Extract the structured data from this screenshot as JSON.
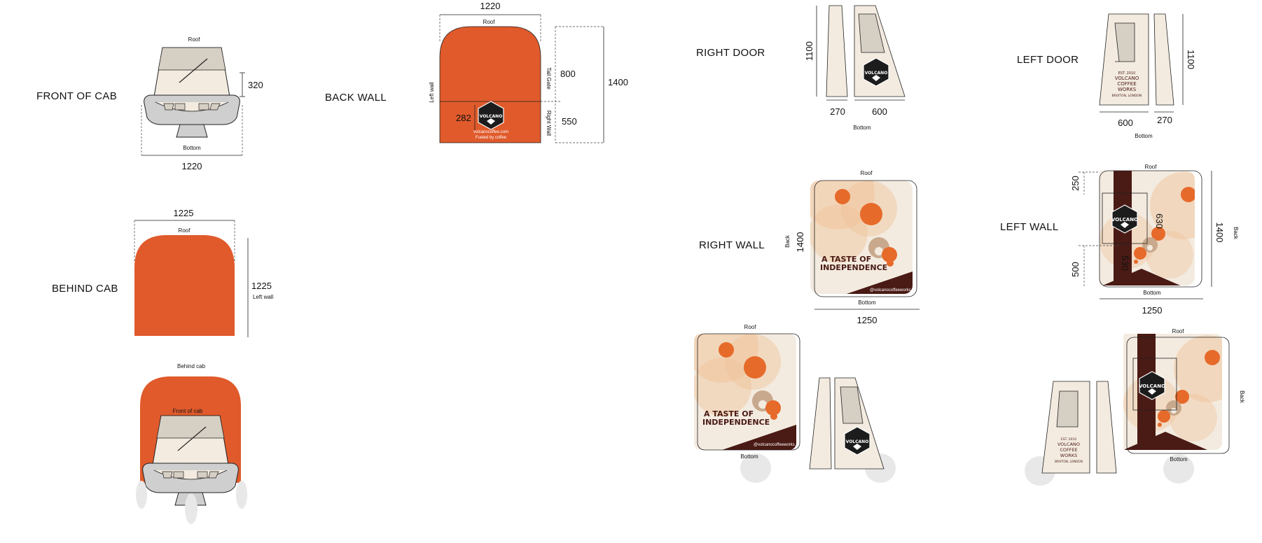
{
  "colors": {
    "orange": "#e05a2b",
    "cream": "#f3ebe0",
    "taupe": "#d6cfc4",
    "maroon": "#4a1a14",
    "peach": "#f0c49a",
    "grey": "#cfcfcf"
  },
  "labels": {
    "front_of_cab": "FRONT OF CAB",
    "behind_cab": "BEHIND CAB",
    "back_wall": "BACK WALL",
    "right_door": "RIGHT DOOR",
    "left_door": "LEFT DOOR",
    "right_wall": "RIGHT WALL",
    "left_wall": "LEFT WALL"
  },
  "front_cab": {
    "roof": "Roof",
    "bottom": "Bottom",
    "height": "320",
    "width": "1220"
  },
  "behind_cab": {
    "width": "1225",
    "roof": "Roof",
    "height": "1225",
    "side": "Left wall"
  },
  "combined_cab": {
    "behind": "Behind cab",
    "front": "Front of cab"
  },
  "back_wall": {
    "width": "1220",
    "roof": "Roof",
    "left": "Left wall",
    "tail_gate": "Tail Gate",
    "right": "Right Wall",
    "upper": "800",
    "lower": "550",
    "total": "1400",
    "logo": "282",
    "url": "volcanocoffee.com",
    "tagline": "Fueled by coffee"
  },
  "brand": {
    "name": "VOLCANO",
    "sub": "COFFEE WORKS",
    "est": "EST. 2010",
    "line1": "VOLCANO",
    "line2": "COFFEE",
    "line3": "WORKS",
    "place": "BRIXTON, LONDON"
  },
  "right_door": {
    "height": "1100",
    "narrow": "270",
    "wide": "600",
    "bottom": "Bottom"
  },
  "left_door": {
    "height": "1100",
    "wide": "600",
    "narrow": "270",
    "bottom": "Bottom"
  },
  "right_wall": {
    "roof": "Roof",
    "back": "Back",
    "height": "1400",
    "bottom": "Bottom",
    "width": "1250",
    "headline1": "A TASTE OF",
    "headline2": "INDEPENDENCE",
    "handle": "@volcanocoffeeworks"
  },
  "left_wall": {
    "roof": "Roof",
    "top": "250",
    "logo": "630",
    "lower": "500",
    "logo2": "530",
    "height": "1400",
    "back": "Back",
    "bottom": "Bottom",
    "width": "1250"
  },
  "right_combo": {
    "roof": "Roof",
    "bottom": "Bottom"
  },
  "left_combo": {
    "roof": "Roof",
    "back": "Back",
    "bottom": "Bottom"
  }
}
